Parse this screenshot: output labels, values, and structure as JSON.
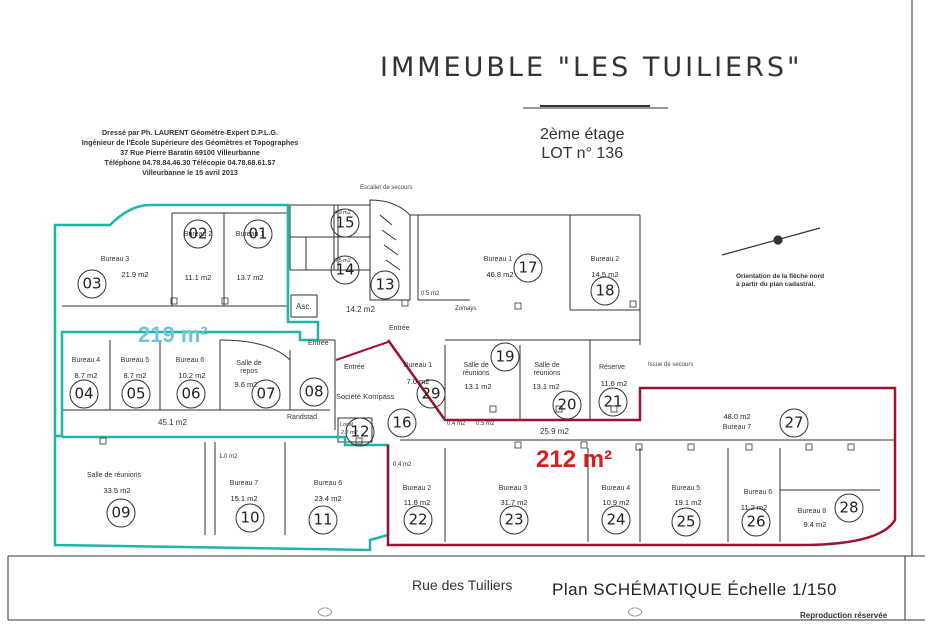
{
  "title": "IMMEUBLE \"LES TUILIERS\"",
  "floor": {
    "line1": "2ème étage",
    "line2": "LOT n° 136"
  },
  "credit": {
    "line1": "Dressé par Ph. LAURENT Géomètre-Expert D.P.L.G.",
    "line2": "Ingénieur de l'École Supérieure des Géomètres et Topographes",
    "line3": "37 Rue Pierre Baratin 69100 Villeurbanne",
    "line4": "Téléphone 04.78.84.46.30 Télécopie 04.78.68.61.57",
    "line5": "Villeurbanne le 15 avril 2013"
  },
  "north_note": {
    "line1": "Orientation de la flèche nord",
    "line2": "à partir du plan cadastral."
  },
  "escalier_label": "Escalier de secours",
  "issue_label": "Issue de secours",
  "areas": {
    "cyan_total": "219 m²",
    "red_total": "212 m²"
  },
  "labels": {
    "asc": "Asc.",
    "entree1": "Entrée",
    "entree2": "Entrée",
    "entree3": "Entrée",
    "societe": "Société Kompass",
    "randstad": "Randstad",
    "zomays": "Zomays",
    "local": "Local",
    "corr_45": "45.1 m2",
    "corr_259": "25.9 m2",
    "corr_142": "14.2 m2",
    "small_05": "0.5 m2",
    "small_04a": "0.4 m2",
    "small_05b": "0.5 m2",
    "small_04c": "0.4 m2",
    "small_10": "1.0 m2",
    "local_area": "2.7 m2",
    "wc1": "4.9 m2",
    "wc2": "3.5 m2"
  },
  "rooms": [
    {
      "num": "01",
      "name": "Bureau 1",
      "area": "13.7 m2"
    },
    {
      "num": "02",
      "name": "Bureau 2",
      "area": "11.1 m2"
    },
    {
      "num": "03",
      "name": "Bureau 3",
      "area": "21.9 m2"
    },
    {
      "num": "04",
      "name": "Bureau 4",
      "area": "8.7 m2"
    },
    {
      "num": "05",
      "name": "Bureau 5",
      "area": "8.7 m2"
    },
    {
      "num": "06",
      "name": "Bureau 6",
      "area": "10.2 m2"
    },
    {
      "num": "07",
      "name": "Salle de repos",
      "area": "9.6 m2"
    },
    {
      "num": "08",
      "name": "",
      "area": ""
    },
    {
      "num": "09",
      "name": "Salle de réunions",
      "area": "33.5 m2"
    },
    {
      "num": "10",
      "name": "Bureau 7",
      "area": "15.1 m2"
    },
    {
      "num": "11",
      "name": "Bureau 6",
      "area": "23.4 m2"
    },
    {
      "num": "12",
      "name": "",
      "area": ""
    },
    {
      "num": "13",
      "name": "",
      "area": ""
    },
    {
      "num": "14",
      "name": "",
      "area": ""
    },
    {
      "num": "15",
      "name": "",
      "area": ""
    },
    {
      "num": "16",
      "name": "",
      "area": ""
    },
    {
      "num": "17",
      "name": "Bureau 1",
      "area": "46.8 m2"
    },
    {
      "num": "18",
      "name": "Bureau 2",
      "area": "14.5 m2"
    },
    {
      "num": "19",
      "name": "Salle de réunions",
      "area": "13.1 m2"
    },
    {
      "num": "20",
      "name": "Salle de réunions",
      "area": "13.1 m2"
    },
    {
      "num": "21",
      "name": "Réserve",
      "area": "11.6 m2"
    },
    {
      "num": "22",
      "name": "Bureau 2",
      "area": "11.8 m2"
    },
    {
      "num": "23",
      "name": "Bureau 3",
      "area": "31.7 m2"
    },
    {
      "num": "24",
      "name": "Bureau 4",
      "area": "10.9 m2"
    },
    {
      "num": "25",
      "name": "Bureau 5",
      "area": "19.1 m2"
    },
    {
      "num": "26",
      "name": "Bureau 6",
      "area": "11.2 m2"
    },
    {
      "num": "27",
      "name": "Bureau 7",
      "area": "48.0 m2"
    },
    {
      "num": "28",
      "name": "Bureau 8",
      "area": "9.4 m2"
    },
    {
      "num": "29",
      "name": "Bureau 1",
      "area": "7.0 m2"
    }
  ],
  "footer": {
    "street": "Rue des Tuiliers",
    "plan": "Plan SCHÉMATIQUE Échelle 1/150",
    "repro": "Reproduction réservée"
  },
  "colors": {
    "cyan": "#1fb5a6",
    "red": "#a01030",
    "cyan_text": "#6ec6d6",
    "red_text": "#d42020"
  }
}
